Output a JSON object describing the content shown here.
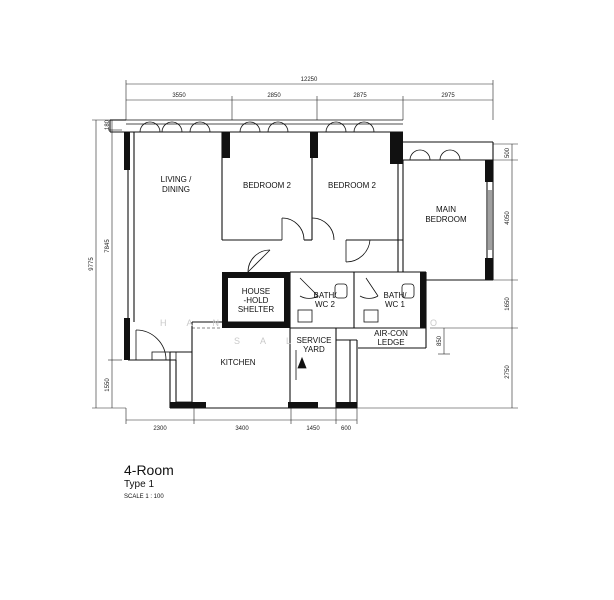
{
  "rooms": {
    "living_dining": [
      "LIVING /",
      "DINING"
    ],
    "bedroom_a": "BEDROOM 2",
    "bedroom_b": "BEDROOM 2",
    "main_bedroom": [
      "MAIN",
      "BEDROOM"
    ],
    "household_shelter": [
      "HOUSE",
      "-HOLD",
      "SHELTER"
    ],
    "bath_wc2": [
      "BATH/",
      "WC 2"
    ],
    "bath_wc1": [
      "BATH/",
      "WC 1"
    ],
    "aircon_ledge": [
      "AIR-CON",
      "LEDGE"
    ],
    "service_yard": [
      "SERVICE",
      "YARD"
    ],
    "kitchen": "KITCHEN"
  },
  "dimensions": {
    "overall_width": "12250",
    "top": [
      "3550",
      "2850",
      "2875",
      "2975"
    ],
    "bottom": [
      "2300",
      "3400",
      "1450",
      "600"
    ],
    "left_total": "9775",
    "left_inner": [
      "180",
      "7845",
      "1550"
    ],
    "right": [
      "500",
      "4050",
      "1650",
      "850",
      "2750"
    ]
  },
  "watermark": [
    "H A N",
    "S A L",
    "O"
  ],
  "caption": {
    "title": "4-Room",
    "type": "Type 1",
    "scale": "SCALE  1 : 100"
  }
}
